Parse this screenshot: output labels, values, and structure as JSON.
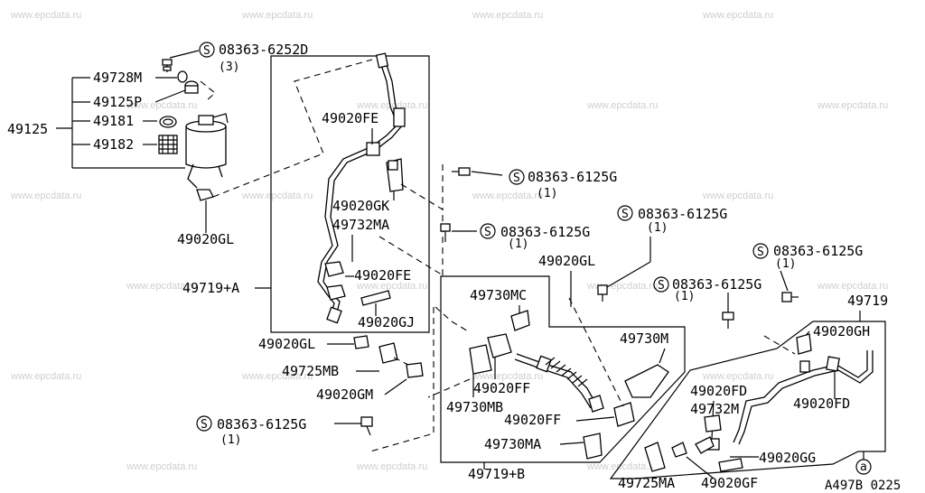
{
  "watermark": "www.epcdata.ru",
  "diagram_code": "A497B 0225",
  "labels": {
    "bolt_top": "08363-6252D",
    "bolt_top_qty": "(3)",
    "p49728M": "49728M",
    "p49125P": "49125P",
    "p49125": "49125",
    "p49181": "49181",
    "p49182": "49182",
    "p49020GL_a": "49020GL",
    "p49020FE_a": "49020FE",
    "p49020GK": "49020GK",
    "p49732MA": "49732MA",
    "p49020FE_b": "49020FE",
    "p49020GJ": "49020GJ",
    "p49719A": "49719+A",
    "p49020GL_b": "49020GL",
    "p49725MB": "49725MB",
    "p49020GM": "49020GM",
    "bolt_left": "08363-6125G",
    "bolt_left_qty": "(1)",
    "bolt_mid1": "08363-6125G",
    "bolt_mid1_qty": "(1)",
    "bolt_mid2": "08363-6125G",
    "bolt_mid2_qty": "(1)",
    "bolt_right1": "08363-6125G",
    "bolt_right1_qty": "(1)",
    "bolt_right2": "08363-6125G",
    "bolt_right2_qty": "(1)",
    "bolt_right3": "08363-6125G",
    "bolt_right3_qty": "(1)",
    "p49020GL_c": "49020GL",
    "p49730MC": "49730MC",
    "p49730M": "49730M",
    "p49020FF_a": "49020FF",
    "p49730MB": "49730MB",
    "p49020FF_b": "49020FF",
    "p49730MA": "49730MA",
    "p49719B": "49719+B",
    "p49725MA": "49725MA",
    "p49020GF": "49020GF",
    "p49020FD_a": "49020FD",
    "p49732M": "49732M",
    "p49020GG": "49020GG",
    "p49020FD_b": "49020FD",
    "p49020GH": "49020GH",
    "p49719": "49719",
    "circle_s": "S",
    "circle_a": "a"
  }
}
